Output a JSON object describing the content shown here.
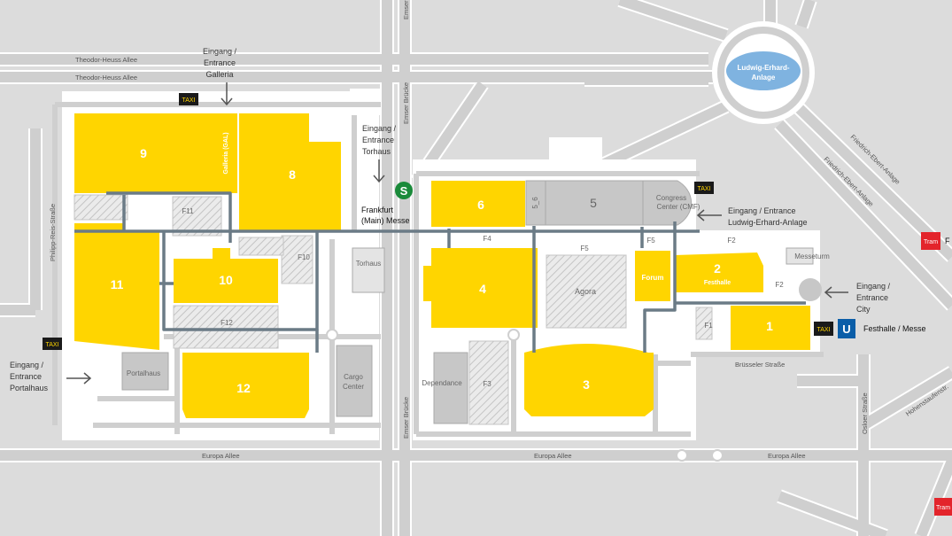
{
  "colors": {
    "background": "#dcdcdc",
    "site": "#ffffff",
    "road": "#cfcfcf",
    "road_edge": "#ffffff",
    "hall": "#ffd500",
    "grey_hall": "#c7c7c7",
    "walkway": "#6b7b86",
    "sbahn": "#1a8a3a",
    "ubahn": "#0b5ea8",
    "tram": "#e3242b",
    "taxi": "#1a1a1a",
    "roundabout": "#7fb3e0"
  },
  "streets": {
    "theodor_heuss_1": "Theodor-Heuss Allee",
    "theodor_heuss_2": "Theodor-Heuss Allee",
    "emser_bruecke_top": "Emser Brücke",
    "emser_bruecke_mid": "Emser Brücke",
    "emser_bruecke_bottom": "Emser Brücke",
    "philipp_reis": "Philipp-Reis-Straße",
    "friedrich_ebert_1": "Friedrich-Ebert-Anlage",
    "friedrich_ebert_2": "Friedrich-Ebert-Anlage",
    "bruesseler": "Brüsseler Straße",
    "osloer": "Osloer Straße",
    "hohenstaufen": "Hohenstaufenstr.",
    "europa_1": "Europa Allee",
    "europa_2": "Europa Allee",
    "europa_3": "Europa Allee"
  },
  "roundabout": {
    "line1": "Ludwig-Erhard-",
    "line2": "Anlage"
  },
  "halls": {
    "h9": "9",
    "h8": "8",
    "galleria": "Galleria (GAL)",
    "h11": "11",
    "h10": "10",
    "h12": "12",
    "h6": "6",
    "h5_6": "5_6",
    "h5": "5",
    "h4": "4",
    "h3": "3",
    "forum": "Forum",
    "h2": "2",
    "festhalle": "Festhalle",
    "h1": "1"
  },
  "areas": {
    "f11": "F11",
    "f10": "F10",
    "f12": "F12",
    "f4": "F4",
    "f5a": "F5",
    "f5b": "F5",
    "f2a": "F2",
    "f2b": "F2",
    "f1": "F1",
    "f3": "F3",
    "agora": "Agora",
    "torhaus": "Torhaus",
    "cargo_1": "Cargo",
    "cargo_2": "Center",
    "dependance": "Dependance",
    "portalhaus": "Portalhaus",
    "messeturm": "Messeturm",
    "congress_1": "Congress",
    "congress_2": "Center (CMF)"
  },
  "entrances": {
    "galleria": {
      "l1": "Eingang /",
      "l2": "Entrance",
      "l3": "Galleria"
    },
    "torhaus": {
      "l1": "Eingang /",
      "l2": "Entrance",
      "l3": "Torhaus"
    },
    "ludwig": {
      "l1": "Eingang / Entrance",
      "l2": "Ludwig-Erhard-Anlage"
    },
    "city": {
      "l1": "Eingang /",
      "l2": "Entrance",
      "l3": "City"
    },
    "portalhaus": {
      "l1": "Eingang /",
      "l2": "Entrance",
      "l3": "Portalhaus"
    }
  },
  "stations": {
    "sbahn_icon": "S",
    "sbahn_l1": "Frankfurt",
    "sbahn_l2": "(Main) Messe",
    "ubahn_icon": "U",
    "ubahn_label": "Festhalle / Messe",
    "taxi": "TAXI",
    "tram": "Tram",
    "tram_cut": "F"
  }
}
